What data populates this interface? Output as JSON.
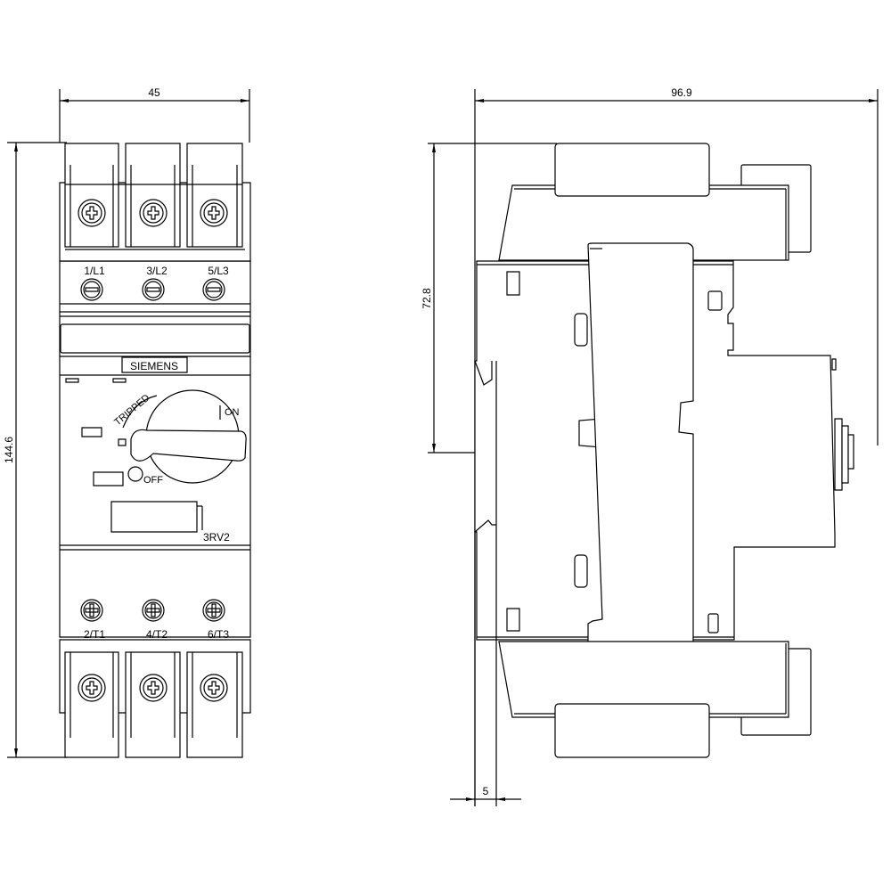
{
  "dimensions": {
    "front_width": "45",
    "front_height": "144.6",
    "side_depth": "96.9",
    "rail_to_top": "72.8",
    "rail_offset": "5"
  },
  "labels": {
    "brand": "SIEMENS",
    "tripped": "TRIPPED",
    "on": "ON",
    "off": "OFF",
    "model": "3RV2",
    "line_terminals": [
      "1/L1",
      "3/L2",
      "5/L3"
    ],
    "load_terminals": [
      "2/T1",
      "4/T2",
      "6/T3"
    ]
  }
}
